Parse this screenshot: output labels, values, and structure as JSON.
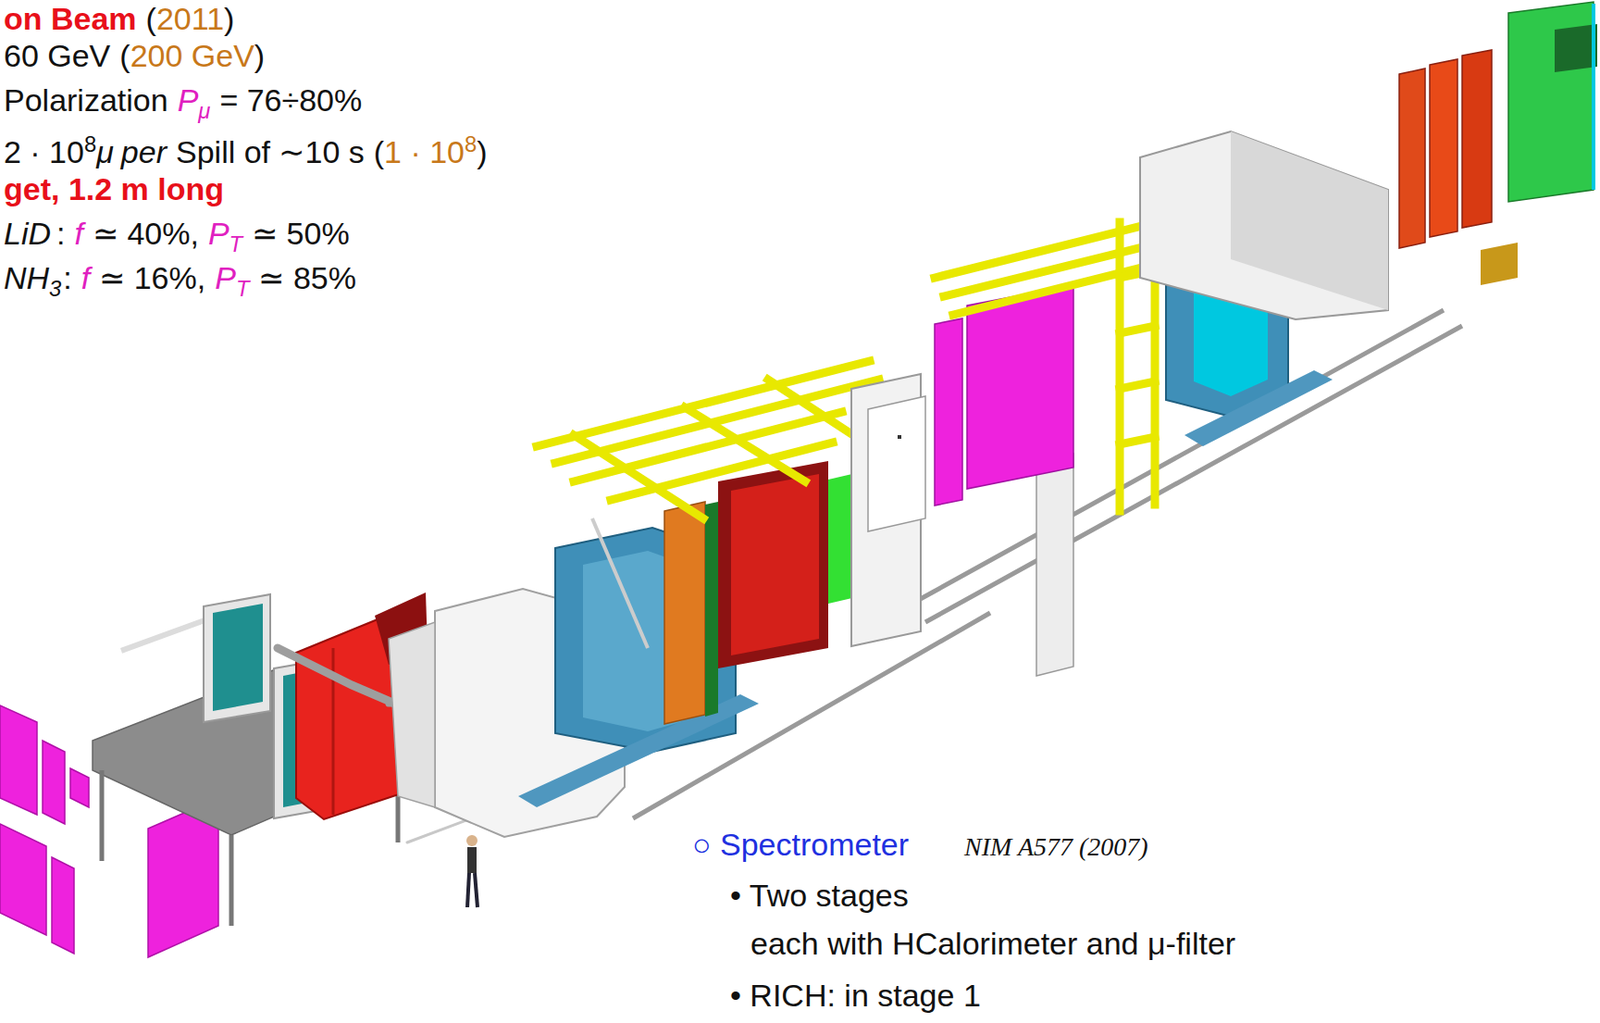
{
  "diagram": {
    "labels": [
      "on Beam",
      "(",
      "2011",
      ")",
      "60 GeV",
      "(",
      "200 GeV",
      ")",
      "Polarization",
      "P",
      "μ",
      "= 76÷80%",
      "2 · 10",
      "8",
      "μ",
      "per",
      "Spill of ∼10 s",
      "(",
      "1 · 10",
      "8",
      ")",
      "get, 1.2 m long",
      "LiD",
      ":",
      "f",
      "≃ 40%,",
      "P",
      "T",
      "≃ 50%",
      "NH",
      "3",
      ":",
      "f",
      "≃ 16%,",
      "P",
      "T",
      "≃ 85%",
      "○ Spectrometer",
      "NIM A577 (2007)",
      "• Two stages",
      "each with HCalorimeter and μ-filter",
      "• RICH: in stage 1"
    ]
  }
}
